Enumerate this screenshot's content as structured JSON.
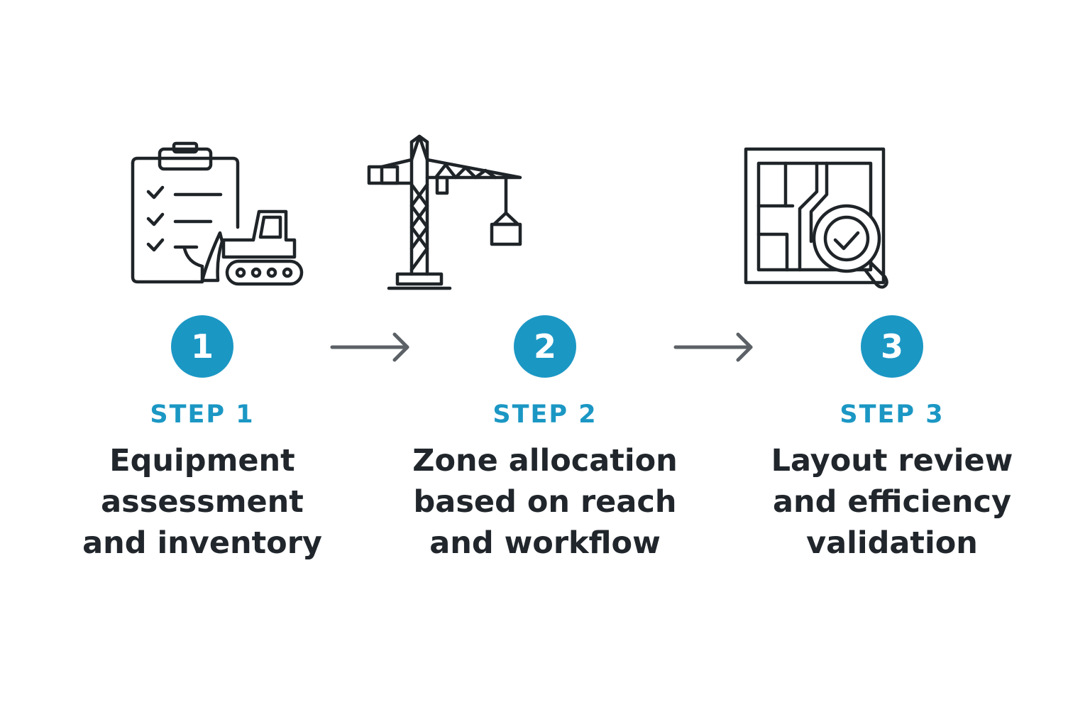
{
  "colors": {
    "accent": "#1b97c4",
    "text": "#20262b",
    "icon_stroke": "#1f2428",
    "arrow": "#5b6166"
  },
  "steps": [
    {
      "icon": "clipboard-bulldozer-icon",
      "number": "1",
      "label": "STEP 1",
      "description": "Equipment\nassessment\nand inventory"
    },
    {
      "icon": "tower-crane-icon",
      "number": "2",
      "label": "STEP 2",
      "description": "Zone allocation\nbased on reach\nand workflow"
    },
    {
      "icon": "floorplan-magnifier-check-icon",
      "number": "3",
      "label": "STEP 3",
      "description": "Layout review\nand efficiency\nvalidation"
    }
  ],
  "arrows": [
    {
      "icon": "arrow-right-icon"
    },
    {
      "icon": "arrow-right-icon"
    }
  ]
}
